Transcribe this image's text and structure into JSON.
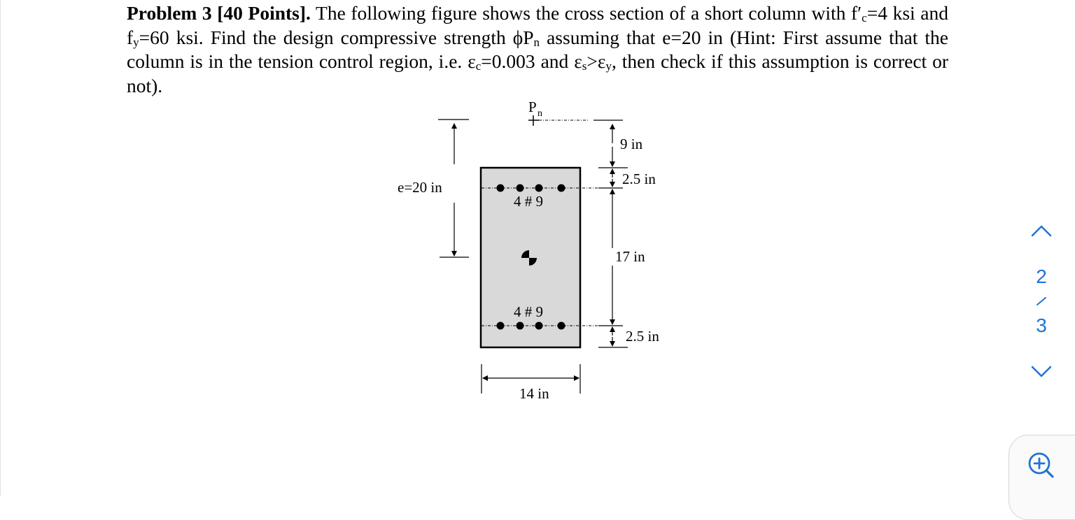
{
  "problem": {
    "heading": "Problem 3 [40 Points].",
    "t1": " The following figure shows the cross section of a short column with f′",
    "sub_c1": "c",
    "t2": "=4 ksi and f",
    "sub_y1": "y",
    "t3": "=60 ksi. Find the design compressive strength ϕP",
    "sub_n": "n",
    "t4": " assuming that e=20 in (Hint: First assume that the column is in the tension control region, i.e. ε",
    "sub_c2": "c",
    "t5": "=0.003 and ε",
    "sub_s": "s",
    "t6": ">ε",
    "sub_y2": "y",
    "t7": ", then check if this assumption is correct or not)."
  },
  "figure": {
    "load_label": "P",
    "load_sub": "n",
    "eccentricity_label": "e=20 in",
    "dim_top": "9 in",
    "dim_cover_top": "2.5 in",
    "dim_middle": "17 in",
    "dim_cover_bottom": "2.5 in",
    "dim_width": "14 in",
    "top_bars_label": "4 # 9",
    "bottom_bars_label": "4 # 9"
  },
  "navigation": {
    "current_page": "2",
    "separator": "/",
    "total_pages": "3",
    "accent_color": "#1f74d6",
    "prev_icon": "chevron-up-icon",
    "next_icon": "chevron-down-icon",
    "zoom_icon": "zoom-in-icon"
  }
}
